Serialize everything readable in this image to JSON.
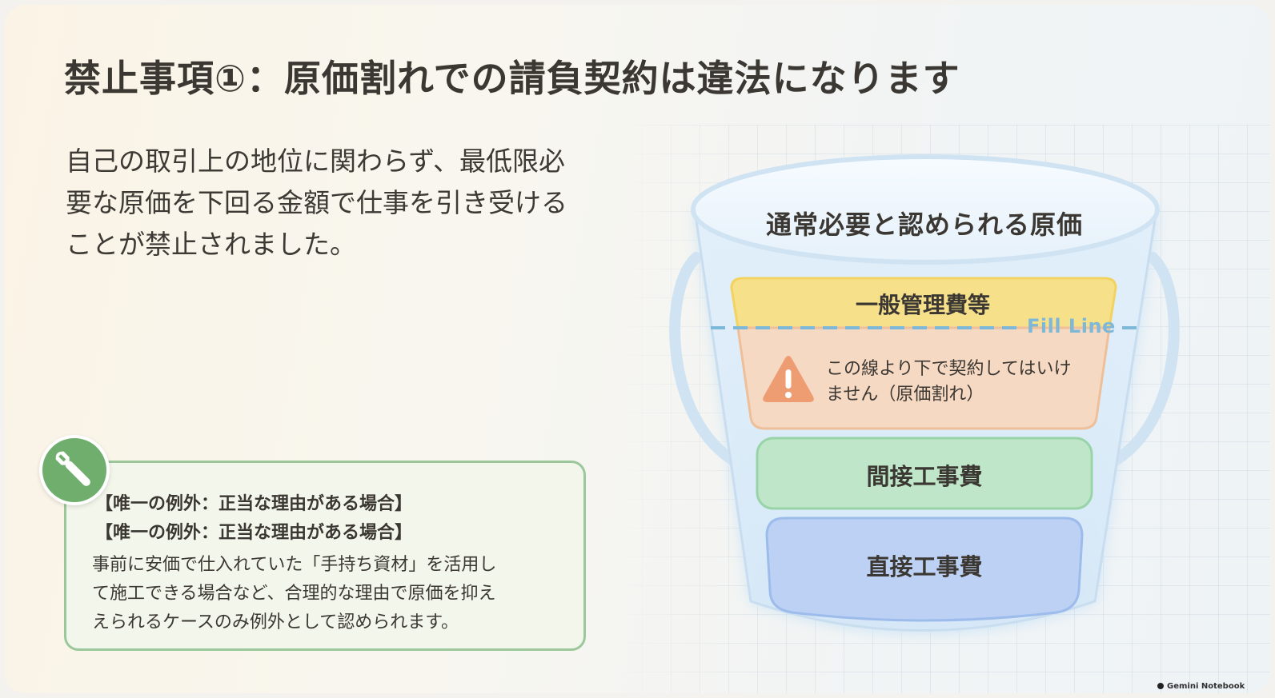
{
  "title": "禁止事項①：原価割れでの請負契約は違法になります",
  "lead_lines": [
    "自己の取引上の地位に関わらず、最低限必",
    "要な原価を下回る金額で仕事を引き受ける",
    "ことが禁止されました。"
  ],
  "exception": {
    "icon": "wrench-icon",
    "heading_1": "【唯一の例外：正当な理由がある場合】",
    "heading_2": "【唯一の例外：正当な理由がある場合】",
    "body_lines": [
      "事前に安価で仕入れていた「手持ち資材」を活用し",
      "て施工できる場合など、合理的な理由で原価を抑え",
      "えられるケースのみ例外として認められます。"
    ]
  },
  "bucket": {
    "rim_label": "通常必要と認められる原価",
    "layers": {
      "admin": "一般管理費等",
      "indirect": "間接工事費",
      "direct": "直接工事費"
    },
    "fill_line_label": "Fill Line",
    "warning_icon": "warning-triangle-icon",
    "warning_lines": [
      "この線より下で契約してはいけ",
      "ません（原価割れ）"
    ]
  },
  "colors": {
    "admin_layer": "#f7e08a",
    "warning_layer": "#f6d9c3",
    "indirect_layer": "#bfe6c8",
    "direct_layer": "#bcd1f3",
    "fill_line": "#7db8d8",
    "warning_icon": "#ee9d72",
    "exception_border": "#9cc79a",
    "wrench_badge": "#6fae6d"
  },
  "watermark": "Gemini Notebook"
}
